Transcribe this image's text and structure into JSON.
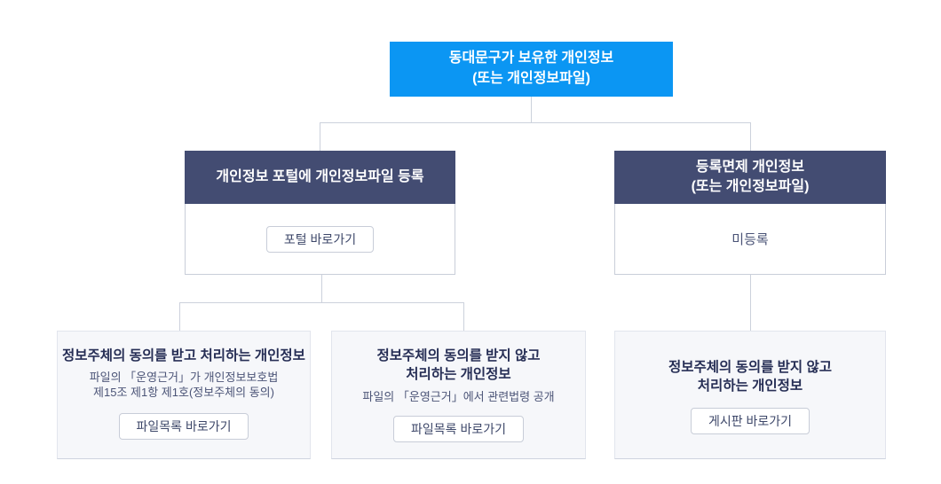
{
  "colors": {
    "blue": "#0b96f3",
    "navy": "#434c72",
    "connector_line": "#ccd1dc",
    "light_card_bg": "#f6f7fa",
    "title_text": "#262e55",
    "body_text": "#4b5477"
  },
  "root": {
    "title_line1": "동대문구가 보유한 개인정보",
    "title_line2": "(또는 개인정보파일)"
  },
  "portal_card": {
    "header": "개인정보 포털에 개인정보파일 등록",
    "button_label": "포털 바로가기"
  },
  "exempt_card": {
    "header_line1": "등록면제 개인정보",
    "header_line2": "(또는 개인정보파일)",
    "body_text": "미등록"
  },
  "consent_card": {
    "title": "정보주체의 동의를 받고 처리하는 개인정보",
    "desc_line1": "파일의 「운영근거」가 개인정보보호법",
    "desc_line2": "제15조 제1항 제1호(정보주체의 동의)",
    "button_label": "파일목록 바로가기"
  },
  "no_consent_card": {
    "title_line1": "정보주체의 동의를 받지 않고",
    "title_line2": "처리하는 개인정보",
    "desc": "파일의 「운영근거」에서 관련법령 공개",
    "button_label": "파일목록 바로가기"
  },
  "board_card": {
    "title_line1": "정보주체의 동의를 받지 않고",
    "title_line2": "처리하는 개인정보",
    "button_label": "게시판 바로가기"
  }
}
